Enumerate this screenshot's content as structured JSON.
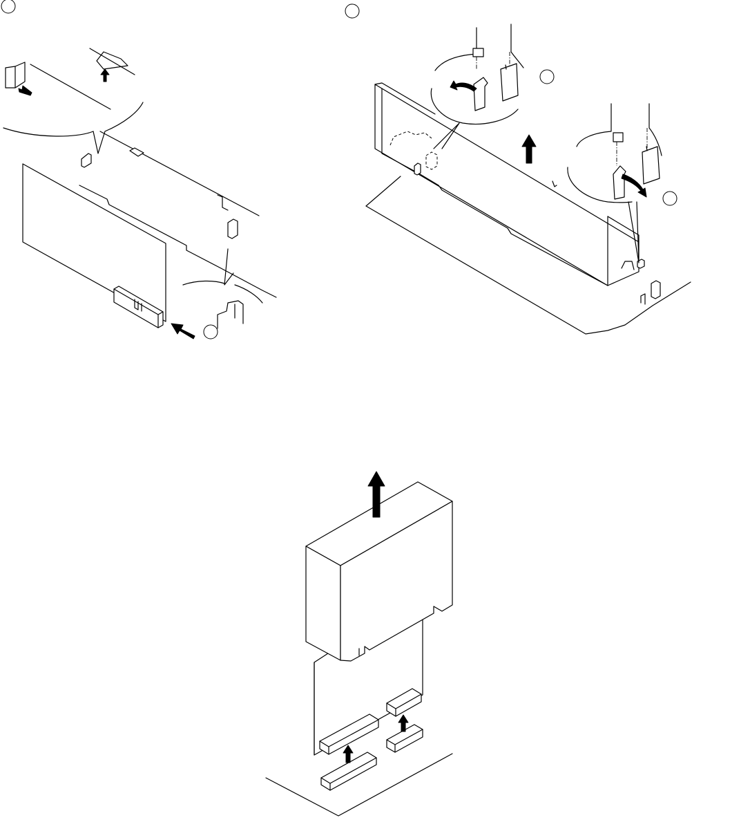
{
  "figures": [
    {
      "id": "top-left",
      "description_markers": 2
    },
    {
      "id": "top-right",
      "description_markers": 3
    },
    {
      "id": "bottom-center",
      "description_markers": 0
    }
  ],
  "colors": {
    "line": "#000000",
    "background": "#ffffff"
  }
}
